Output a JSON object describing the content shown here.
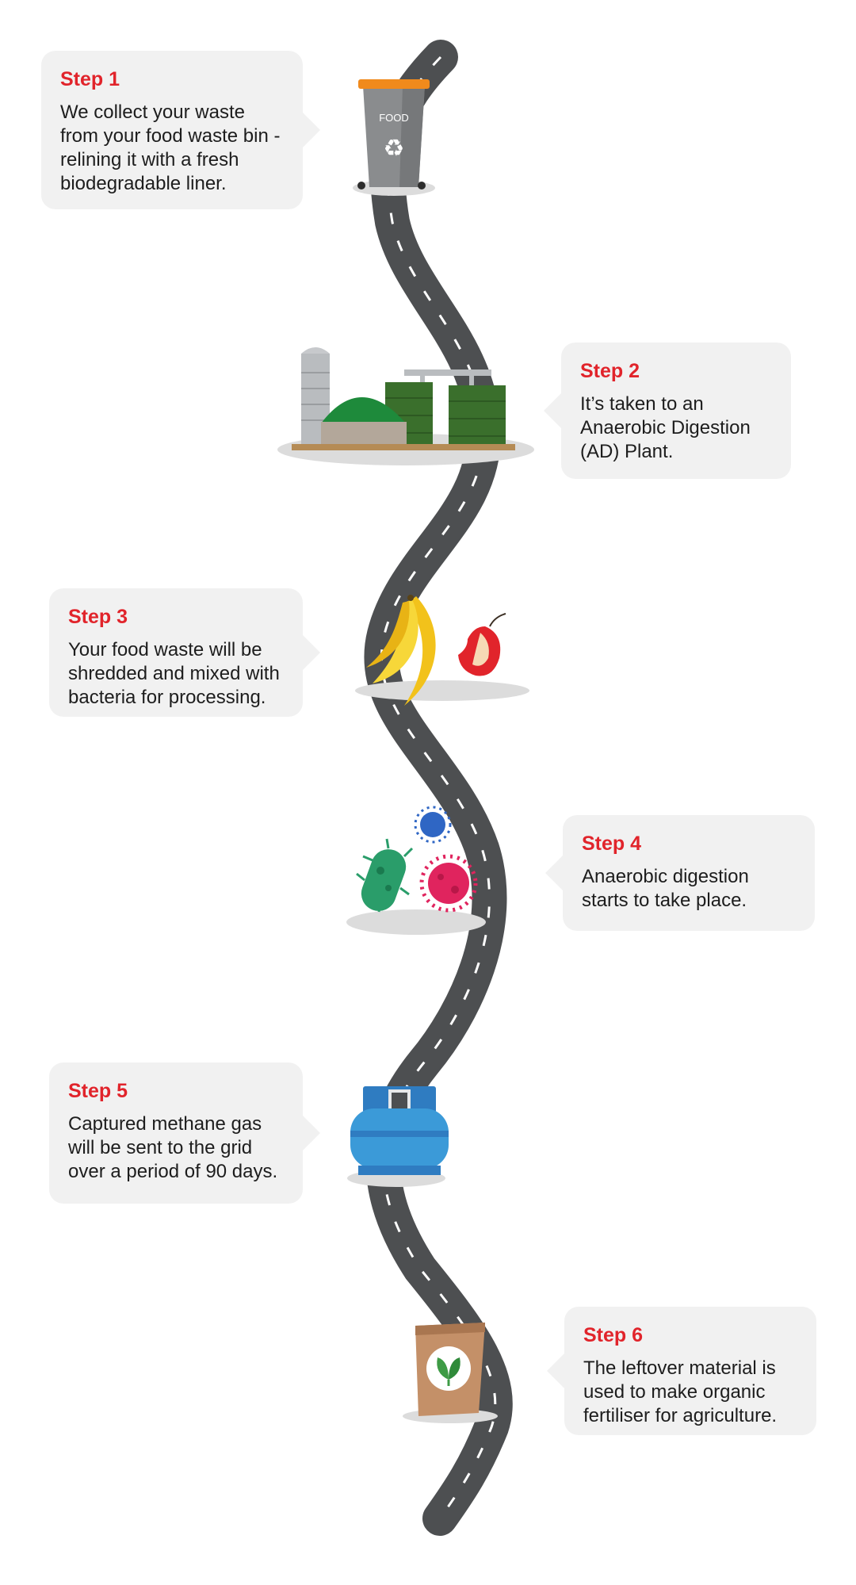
{
  "colors": {
    "accent": "#e1242b",
    "card_bg": "#f1f1f1",
    "road": "#4d4f51",
    "road_marking": "#ffffff"
  },
  "steps": [
    {
      "title": "Step 1",
      "lines": [
        "We collect your waste",
        "from your food waste bin -",
        "relining it with a fresh",
        "biodegradable liner."
      ],
      "icon": "food-waste-bin-icon"
    },
    {
      "title": "Step 2",
      "lines": [
        "It’s taken to an",
        "Anaerobic Digestion",
        "(AD) Plant."
      ],
      "icon": "ad-plant-icon"
    },
    {
      "title": "Step 3",
      "lines": [
        "Your food waste will be",
        "shredded and mixed with",
        "bacteria for processing."
      ],
      "icon": "banana-apple-icon"
    },
    {
      "title": "Step 4",
      "lines": [
        "Anaerobic digestion",
        "starts to take place."
      ],
      "icon": "bacteria-icon"
    },
    {
      "title": "Step 5",
      "lines": [
        "Captured methane gas",
        "will be sent to the grid",
        "over a period of 90 days."
      ],
      "icon": "gas-cylinder-icon"
    },
    {
      "title": "Step 6",
      "lines": [
        "The leftover material is",
        "used to make organic",
        "fertiliser for agriculture."
      ],
      "icon": "fertiliser-bag-icon"
    }
  ],
  "bin_label": "FOOD"
}
